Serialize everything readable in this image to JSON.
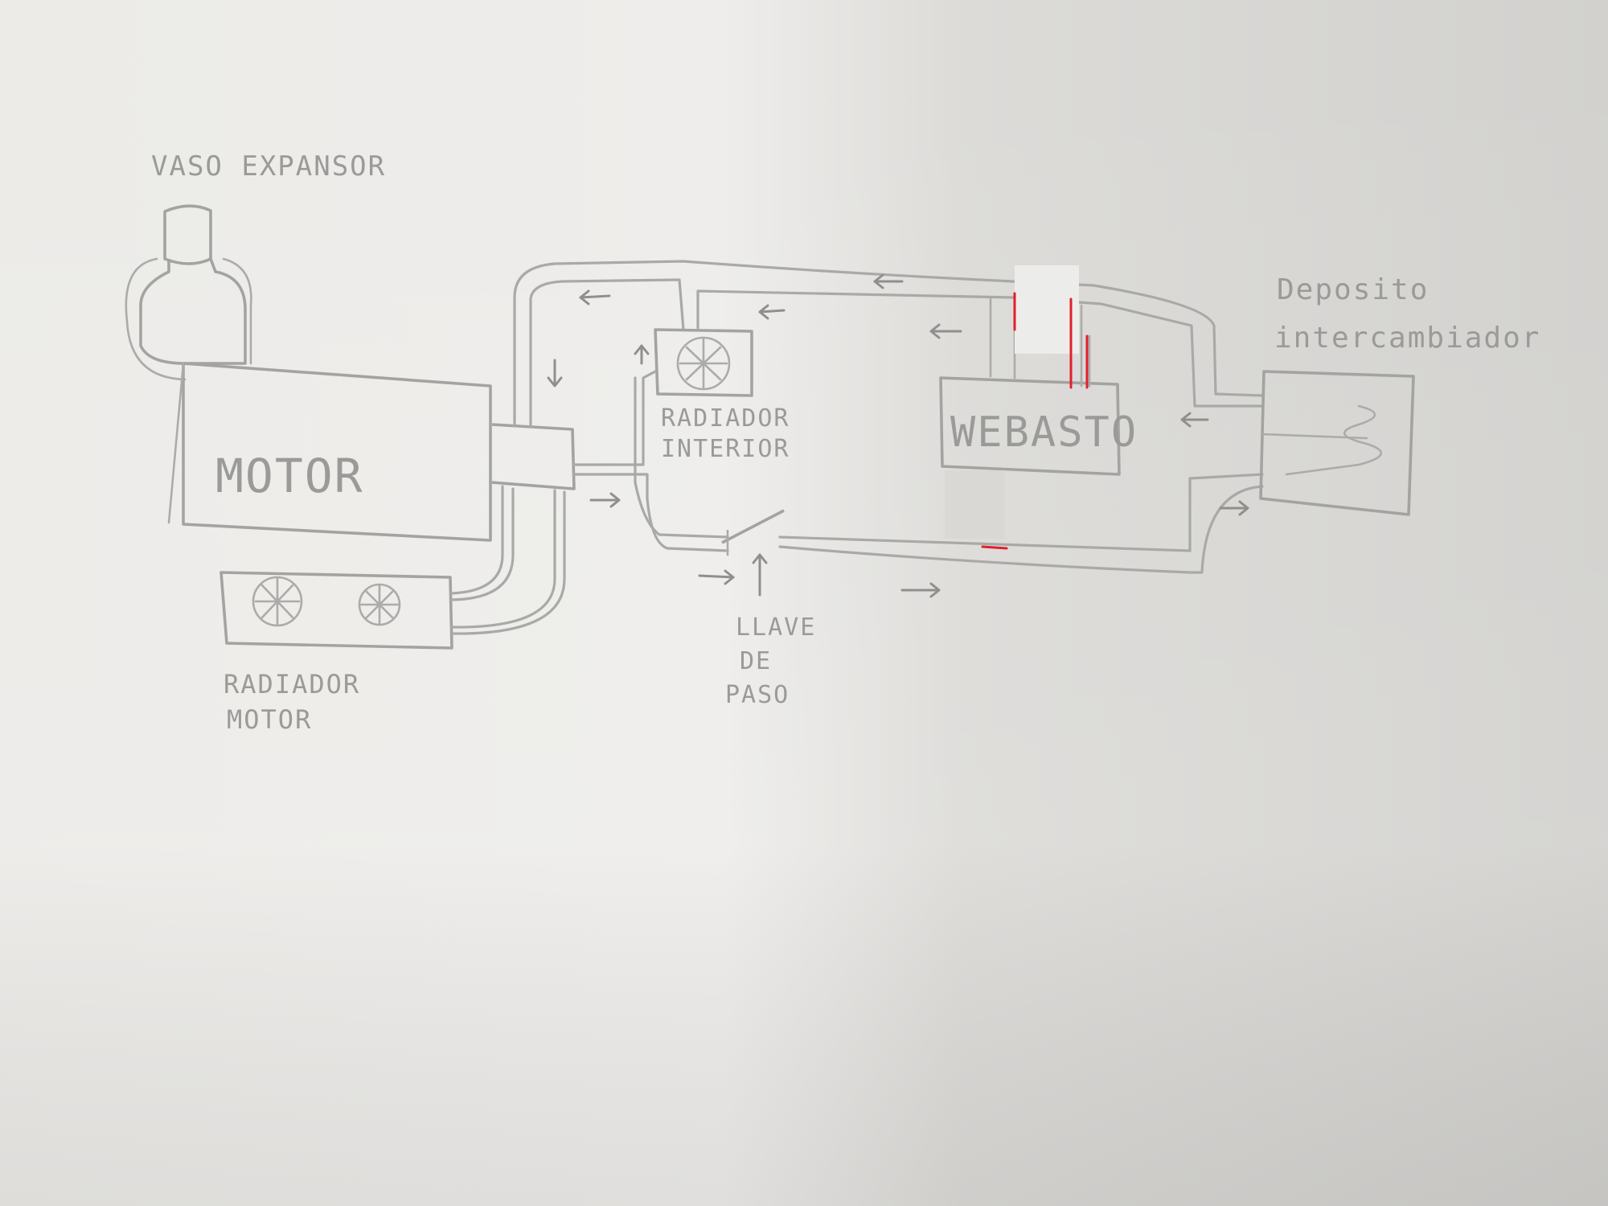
{
  "labels": {
    "expansion_tank": "VASO EXPANSOR",
    "engine": "MOTOR",
    "engine_radiator_line1": "RADIADOR",
    "engine_radiator_line2": "MOTOR",
    "interior_radiator_line1": "RADIADOR",
    "interior_radiator_line2": "INTERIOR",
    "valve_line1": "LLAVE",
    "valve_line2": "DE",
    "valve_line3": "PASO",
    "webasto": "WEBASTO",
    "heat_exchanger_line1": "Deposito",
    "heat_exchanger_line2": "intercambiador"
  },
  "colors": {
    "paper": "#e9e8e5",
    "pencil": "#a9a9a7",
    "highlight": "#e0202a"
  },
  "icons": {
    "fan": "fan-icon",
    "arrow": "flow-arrow-icon"
  }
}
